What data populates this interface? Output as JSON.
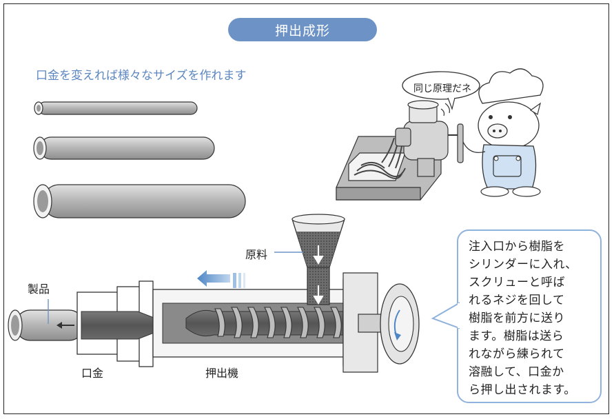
{
  "title": "押出成形",
  "subtitle": "口金を変えれば様々なサイズを作れます",
  "speech": "同じ原理だネ",
  "labels": {
    "material": "原料",
    "product": "製品",
    "die": "口金",
    "extruder": "押出機"
  },
  "explanation": [
    "注入口から樹脂を",
    "シリンダーに入れ、",
    "スクリューと呼ば",
    "れるネジを回して",
    "樹脂を前方に送り",
    "ます。樹脂は送ら",
    "れながら練られて",
    "溶融して、口金か",
    "ら押し出されます。"
  ],
  "colors": {
    "accent": "#6d93c6",
    "accent_text": "#5b86c0",
    "light_blue": "#cfe1f3",
    "gray": "#bdbdbd",
    "dark_gray": "#555555"
  }
}
